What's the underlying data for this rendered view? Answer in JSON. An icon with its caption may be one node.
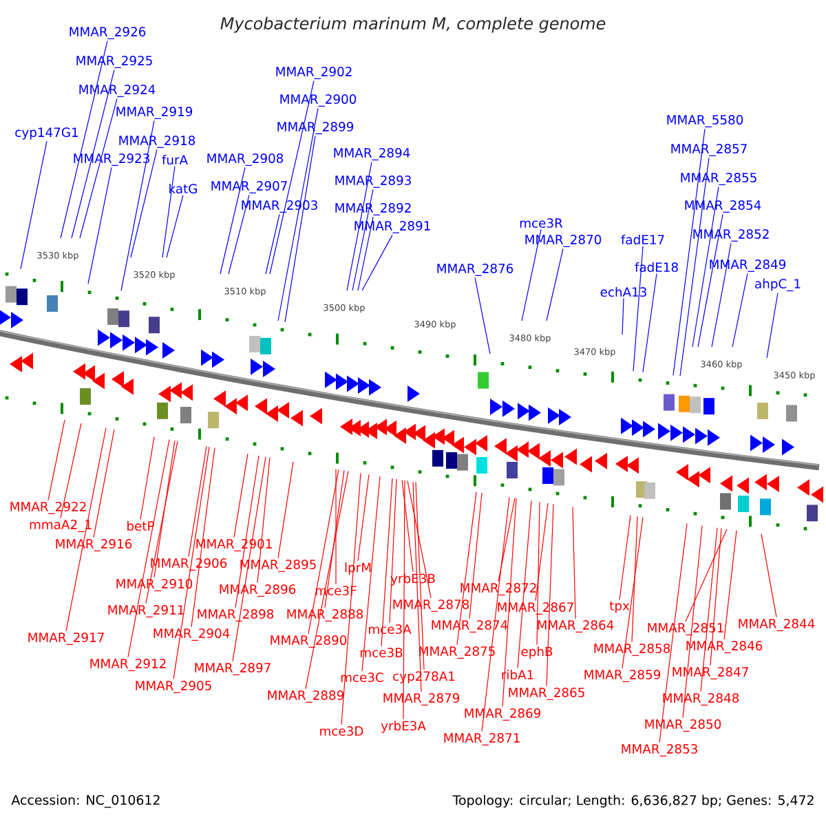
{
  "diagram": {
    "title": "Mycobacterium marinum M, complete genome",
    "nodes": [
      {
        "text": [
          "MMAR_2926"
        ]
      },
      {
        "text": [
          "MMAR_2925"
        ]
      },
      {
        "text": [
          "MMAR_2924"
        ]
      },
      {
        "text": [
          "MMAR_2919"
        ]
      },
      {
        "text": [
          "cyp147G1"
        ]
      },
      {
        "text": [
          "MMAR_2918"
        ]
      },
      {
        "text": [
          "MMAR_2923"
        ]
      },
      {
        "text": [
          "furA"
        ]
      },
      {
        "text": [
          "katG"
        ]
      },
      {
        "text": [
          "MMAR_2908"
        ]
      },
      {
        "text": [
          "MMAR_2907"
        ]
      },
      {
        "text": [
          "MMAR_2903"
        ]
      },
      {
        "text": [
          "MMAR_2902"
        ]
      },
      {
        "text": [
          "MMAR_2900"
        ]
      },
      {
        "text": [
          "MMAR_2899"
        ]
      },
      {
        "text": [
          "MMAR_2894"
        ]
      },
      {
        "text": [
          "MMAR_2893"
        ]
      },
      {
        "text": [
          "MMAR_2892"
        ]
      },
      {
        "text": [
          "MMAR_2891"
        ]
      },
      {
        "text": [
          "MMAR_2876"
        ]
      },
      {
        "text": [
          "mce3R"
        ]
      },
      {
        "text": [
          "MMAR_2870"
        ]
      },
      {
        "text": [
          "fadE17"
        ]
      },
      {
        "text": [
          "fadE18"
        ]
      },
      {
        "text": [
          "echA13"
        ]
      },
      {
        "text": [
          "MMAR_5580"
        ]
      },
      {
        "text": [
          "MMAR_2857"
        ]
      },
      {
        "text": [
          "MMAR_2855"
        ]
      },
      {
        "text": [
          "MMAR_2854"
        ]
      },
      {
        "text": [
          "MMAR_2852"
        ]
      },
      {
        "text": [
          "MMAR_2849"
        ]
      },
      {
        "text": [
          "ahpC_1"
        ]
      },
      {
        "text": [
          "MMAR_2922"
        ]
      },
      {
        "text": [
          "mmaA2_1"
        ]
      },
      {
        "text": [
          "MMAR_2916"
        ]
      },
      {
        "text": [
          "betP"
        ]
      },
      {
        "text": [
          "MMAR_2917"
        ]
      },
      {
        "text": [
          "MMAR_2910"
        ]
      },
      {
        "text": [
          "MMAR_2906"
        ]
      },
      {
        "text": [
          "MMAR_2911"
        ]
      },
      {
        "text": [
          "MMAR_2901"
        ]
      },
      {
        "text": [
          "MMAR_2895"
        ]
      },
      {
        "text": [
          "MMAR_2896"
        ]
      },
      {
        "text": [
          "MMAR_2898"
        ]
      },
      {
        "text": [
          "MMAR_2904"
        ]
      },
      {
        "text": [
          "MMAR_2912"
        ]
      },
      {
        "text": [
          "MMAR_2897"
        ]
      },
      {
        "text": [
          "MMAR_2905"
        ]
      },
      {
        "text": [
          "lprM"
        ]
      },
      {
        "text": [
          "mce3F"
        ]
      },
      {
        "text": [
          "MMAR_2888"
        ]
      },
      {
        "text": [
          "MMAR_2890"
        ]
      },
      {
        "text": [
          "MMAR_2889"
        ]
      },
      {
        "text": [
          "yrbE3B"
        ]
      },
      {
        "text": [
          "MMAR_2878"
        ]
      },
      {
        "text": [
          "mce3A"
        ]
      },
      {
        "text": [
          "MMAR_2874"
        ]
      },
      {
        "text": [
          "mce3B"
        ]
      },
      {
        "text": [
          "MMAR_2875"
        ]
      },
      {
        "text": [
          "mce3C"
        ]
      },
      {
        "text": [
          "cyp278A1"
        ]
      },
      {
        "text": [
          "MMAR_2879"
        ]
      },
      {
        "text": [
          "yrbE3A"
        ]
      },
      {
        "text": [
          "mce3D"
        ]
      },
      {
        "text": [
          "MMAR_2871"
        ]
      },
      {
        "text": [
          "MMAR_2872"
        ]
      },
      {
        "text": [
          "MMAR_2867"
        ]
      },
      {
        "text": [
          "MMAR_2864"
        ]
      },
      {
        "text": [
          "ephB"
        ]
      },
      {
        "text": [
          "ribA1"
        ]
      },
      {
        "text": [
          "MMAR_2865"
        ]
      },
      {
        "text": [
          "MMAR_2869"
        ]
      },
      {
        "text": [
          "tpx"
        ]
      },
      {
        "text": [
          "MMAR_2851"
        ]
      },
      {
        "text": [
          "MMAR_2844"
        ]
      },
      {
        "text": [
          "MMAR_2858"
        ]
      },
      {
        "text": [
          "MMAR_2846"
        ]
      },
      {
        "text": [
          "MMAR_2859"
        ]
      },
      {
        "text": [
          "MMAR_2847"
        ]
      },
      {
        "text": [
          "MMAR_2848"
        ]
      },
      {
        "text": [
          "MMAR_2850"
        ]
      },
      {
        "text": [
          "MMAR_2853"
        ]
      }
    ],
    "edges": [
      {
        "from": 0,
        "to": null,
        "arrow": "none",
        "color": "#0000ff"
      },
      {
        "from": 1,
        "to": null,
        "arrow": "none",
        "color": "#0000ff"
      },
      {
        "from": 2,
        "to": null,
        "arrow": "none",
        "color": "#0000ff"
      },
      {
        "from": 3,
        "to": null,
        "arrow": "none",
        "color": "#0000ff"
      },
      {
        "from": 4,
        "to": null,
        "arrow": "none",
        "color": "#0000ff"
      },
      {
        "from": 5,
        "to": null,
        "arrow": "none",
        "color": "#0000ff"
      },
      {
        "from": 6,
        "to": null,
        "arrow": "none",
        "color": "#0000ff"
      },
      {
        "from": 7,
        "to": null,
        "arrow": "none",
        "color": "#0000ff"
      },
      {
        "from": 8,
        "to": null,
        "arrow": "none",
        "color": "#0000ff"
      },
      {
        "from": 9,
        "to": null,
        "arrow": "none",
        "color": "#0000ff"
      },
      {
        "from": 10,
        "to": null,
        "arrow": "none",
        "color": "#0000ff"
      },
      {
        "from": 11,
        "to": null,
        "arrow": "none",
        "color": "#0000ff"
      },
      {
        "from": 12,
        "to": null,
        "arrow": "none",
        "color": "#0000ff"
      },
      {
        "from": 13,
        "to": null,
        "arrow": "none",
        "color": "#0000ff"
      },
      {
        "from": 14,
        "to": null,
        "arrow": "none",
        "color": "#0000ff"
      },
      {
        "from": 15,
        "to": null,
        "arrow": "none",
        "color": "#0000ff"
      },
      {
        "from": 16,
        "to": null,
        "arrow": "none",
        "color": "#0000ff"
      },
      {
        "from": 17,
        "to": null,
        "arrow": "none",
        "color": "#0000ff"
      },
      {
        "from": 18,
        "to": null,
        "arrow": "none",
        "color": "#0000ff"
      },
      {
        "from": 19,
        "to": null,
        "arrow": "none",
        "color": "#0000ff"
      },
      {
        "from": 20,
        "to": null,
        "arrow": "none",
        "color": "#0000ff"
      },
      {
        "from": 21,
        "to": null,
        "arrow": "none",
        "color": "#0000ff"
      },
      {
        "from": 22,
        "to": null,
        "arrow": "none",
        "color": "#0000ff"
      },
      {
        "from": 23,
        "to": null,
        "arrow": "none",
        "color": "#0000ff"
      },
      {
        "from": 24,
        "to": null,
        "arrow": "none",
        "color": "#0000ff"
      },
      {
        "from": 25,
        "to": null,
        "arrow": "none",
        "color": "#0000ff"
      },
      {
        "from": 26,
        "to": null,
        "arrow": "none",
        "color": "#0000ff"
      },
      {
        "from": 27,
        "to": null,
        "arrow": "none",
        "color": "#0000ff"
      },
      {
        "from": 28,
        "to": null,
        "arrow": "none",
        "color": "#0000ff"
      },
      {
        "from": 29,
        "to": null,
        "arrow": "none",
        "color": "#0000ff"
      },
      {
        "from": 30,
        "to": null,
        "arrow": "none",
        "color": "#0000ff"
      },
      {
        "from": 31,
        "to": null,
        "arrow": "none",
        "color": "#0000ff"
      },
      {
        "from": 32,
        "to": null,
        "arrow": "none"
      },
      {
        "from": 33,
        "to": null,
        "arrow": "none"
      },
      {
        "from": 34,
        "to": null,
        "arrow": "none"
      },
      {
        "from": 35,
        "to": null,
        "arrow": "none"
      },
      {
        "from": 36,
        "to": null,
        "arrow": "none"
      },
      {
        "from": 37,
        "to": null,
        "arrow": "none"
      },
      {
        "from": 38,
        "to": null,
        "arrow": "none"
      },
      {
        "from": 39,
        "to": null,
        "arrow": "none"
      },
      {
        "from": 40,
        "to": null,
        "arrow": "none"
      },
      {
        "from": 41,
        "to": null,
        "arrow": "none"
      },
      {
        "from": 42,
        "to": null,
        "arrow": "none"
      },
      {
        "from": 43,
        "to": null,
        "arrow": "none"
      },
      {
        "from": 44,
        "to": null,
        "arrow": "none"
      },
      {
        "from": 45,
        "to": null,
        "arrow": "none"
      },
      {
        "from": 46,
        "to": null,
        "arrow": "none"
      },
      {
        "from": 47,
        "to": null,
        "arrow": "none"
      },
      {
        "from": 48,
        "to": null,
        "arrow": "none"
      },
      {
        "from": 49,
        "to": null,
        "arrow": "none"
      },
      {
        "from": 50,
        "to": null,
        "arrow": "none"
      },
      {
        "from": 51,
        "to": null,
        "arrow": "none"
      },
      {
        "from": 52,
        "to": null,
        "arrow": "none"
      },
      {
        "from": 53,
        "to": null,
        "arrow": "none"
      },
      {
        "from": 54,
        "to": null,
        "arrow": "none"
      },
      {
        "from": 55,
        "to": null,
        "arrow": "none"
      },
      {
        "from": 56,
        "to": null,
        "arrow": "none"
      },
      {
        "from": 57,
        "to": null,
        "arrow": "none"
      },
      {
        "from": 58,
        "to": null,
        "arrow": "none"
      },
      {
        "from": 59,
        "to": null,
        "arrow": "none"
      },
      {
        "from": 60,
        "to": null,
        "arrow": "none"
      },
      {
        "from": 61,
        "to": null,
        "arrow": "none"
      },
      {
        "from": 62,
        "to": null,
        "arrow": "none"
      },
      {
        "from": 63,
        "to": null,
        "arrow": "none"
      },
      {
        "from": 64,
        "to": null,
        "arrow": "none"
      },
      {
        "from": 65,
        "to": null,
        "arrow": "none"
      },
      {
        "from": 66,
        "to": null,
        "arrow": "none"
      },
      {
        "from": 67,
        "to": null,
        "arrow": "none"
      },
      {
        "from": 68,
        "to": null,
        "arrow": "none"
      },
      {
        "from": 69,
        "to": null,
        "arrow": "none"
      },
      {
        "from": 70,
        "to": null,
        "arrow": "none"
      },
      {
        "from": 71,
        "to": null,
        "arrow": "none"
      },
      {
        "from": 72,
        "to": null,
        "arrow": "none"
      },
      {
        "from": 73,
        "to": null,
        "arrow": "none"
      },
      {
        "from": 74,
        "to": null,
        "arrow": "none"
      },
      {
        "from": 75,
        "to": null,
        "arrow": "none"
      },
      {
        "from": 76,
        "to": null,
        "arrow": "none"
      },
      {
        "from": 77,
        "to": null,
        "arrow": "none"
      },
      {
        "from": 78,
        "to": null,
        "arrow": "none"
      },
      {
        "from": 79,
        "to": null,
        "arrow": "none"
      },
      {
        "from": 80,
        "to": null,
        "arrow": "none"
      },
      {
        "from": 81,
        "to": null,
        "arrow": "none"
      }
    ],
    "labels": [
      "3530 kbp",
      "3520 kbp",
      "3510 kbp",
      "3500 kbp",
      "3490 kbp",
      "3480 kbp",
      "3470 kbp",
      "3460 kbp",
      "3450 kbp",
      "Accession: NC_010612",
      "Topology: circular; Length: 6,636,827 bp; Genes: 5,472"
    ]
  }
}
